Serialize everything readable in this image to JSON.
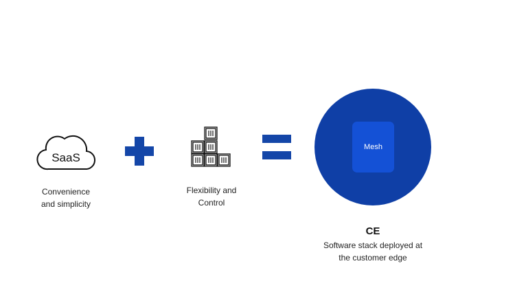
{
  "saas": {
    "icon_label": "SaaS",
    "caption_line1": "Convenience",
    "caption_line2": "and simplicity"
  },
  "containers": {
    "caption_line1": "Flexibility and",
    "caption_line2": "Control"
  },
  "ce": {
    "inner_label": "Mesh",
    "title": "CE",
    "subtitle_line1": "Software stack deployed at",
    "subtitle_line2": "the customer edge"
  },
  "colors": {
    "accent": "#1446a8",
    "circle": "#0f3fa6",
    "mesh": "#1451d6"
  }
}
